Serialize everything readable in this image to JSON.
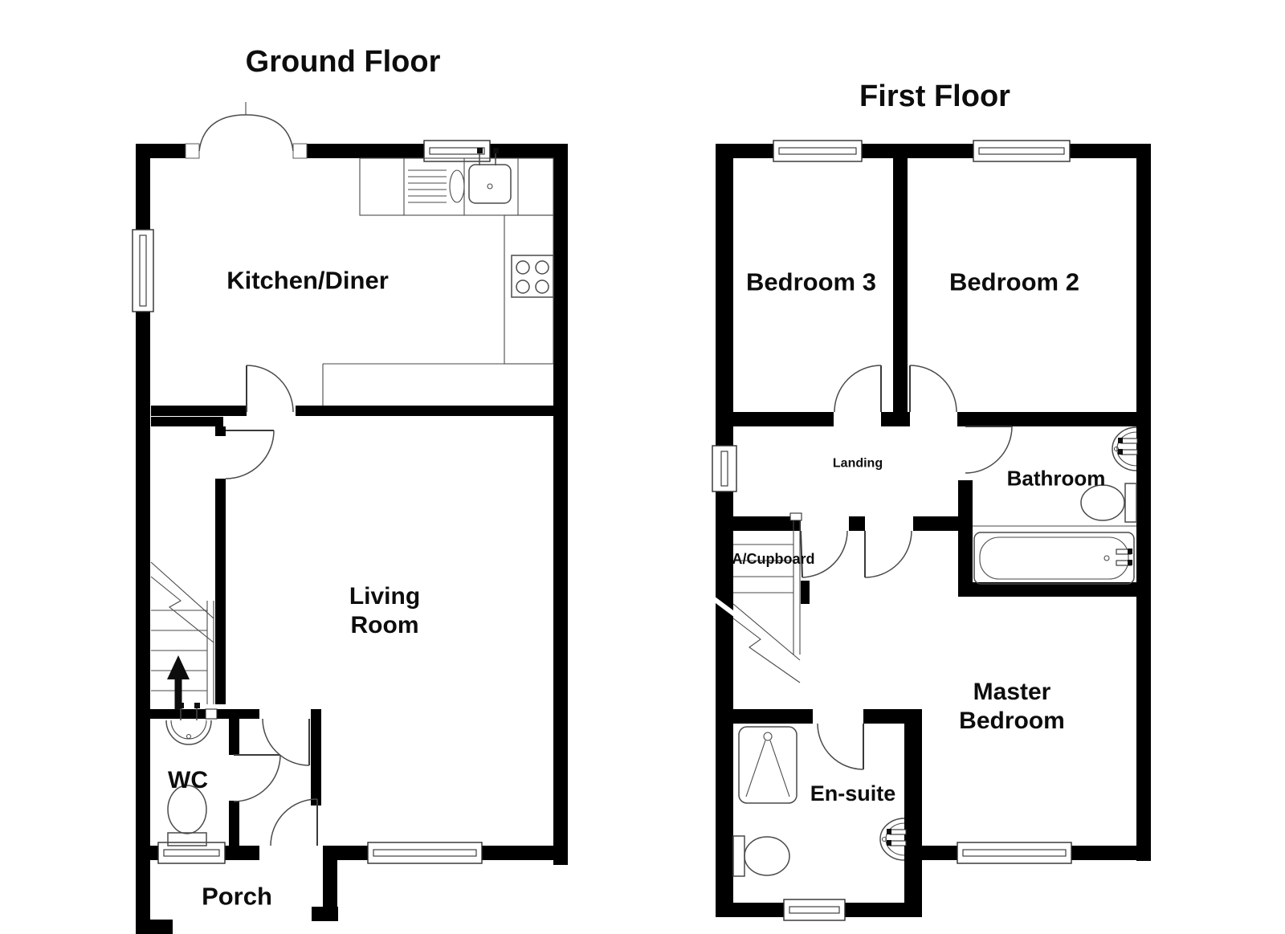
{
  "image": {
    "type": "floorplan",
    "background": "#ffffff",
    "wall_color": "#000000",
    "line_color": "#4a4a4a",
    "text_color": "#0d0d0d"
  },
  "ground_floor": {
    "title": "Ground Floor",
    "rooms": {
      "kitchen_diner": {
        "label": "Kitchen/Diner"
      },
      "living_room": {
        "label": "Living\nRoom"
      },
      "wc": {
        "label": "WC"
      },
      "porch": {
        "label": "Porch"
      }
    },
    "features": [
      "french-doors",
      "side-window",
      "kitchen-counter",
      "kitchen-sink",
      "hob",
      "stairs-up-arrow",
      "wc-basin",
      "wc-toilet",
      "front-door",
      "rear-windows"
    ]
  },
  "first_floor": {
    "title": "First Floor",
    "rooms": {
      "bedroom_3": {
        "label": "Bedroom 3"
      },
      "bedroom_2": {
        "label": "Bedroom 2"
      },
      "landing": {
        "label": "Landing"
      },
      "bathroom": {
        "label": "Bathroom"
      },
      "a_cupboard": {
        "label": "A/Cupboard"
      },
      "master_bedroom": {
        "label": "Master\nBedroom"
      },
      "ensuite": {
        "label": "En-suite"
      }
    },
    "features": [
      "bedroom-windows",
      "landing-window",
      "bath",
      "bathroom-basin",
      "bathroom-toilet",
      "shower",
      "ensuite-basin",
      "ensuite-toilet",
      "stairs",
      "airing-cupboard"
    ]
  }
}
